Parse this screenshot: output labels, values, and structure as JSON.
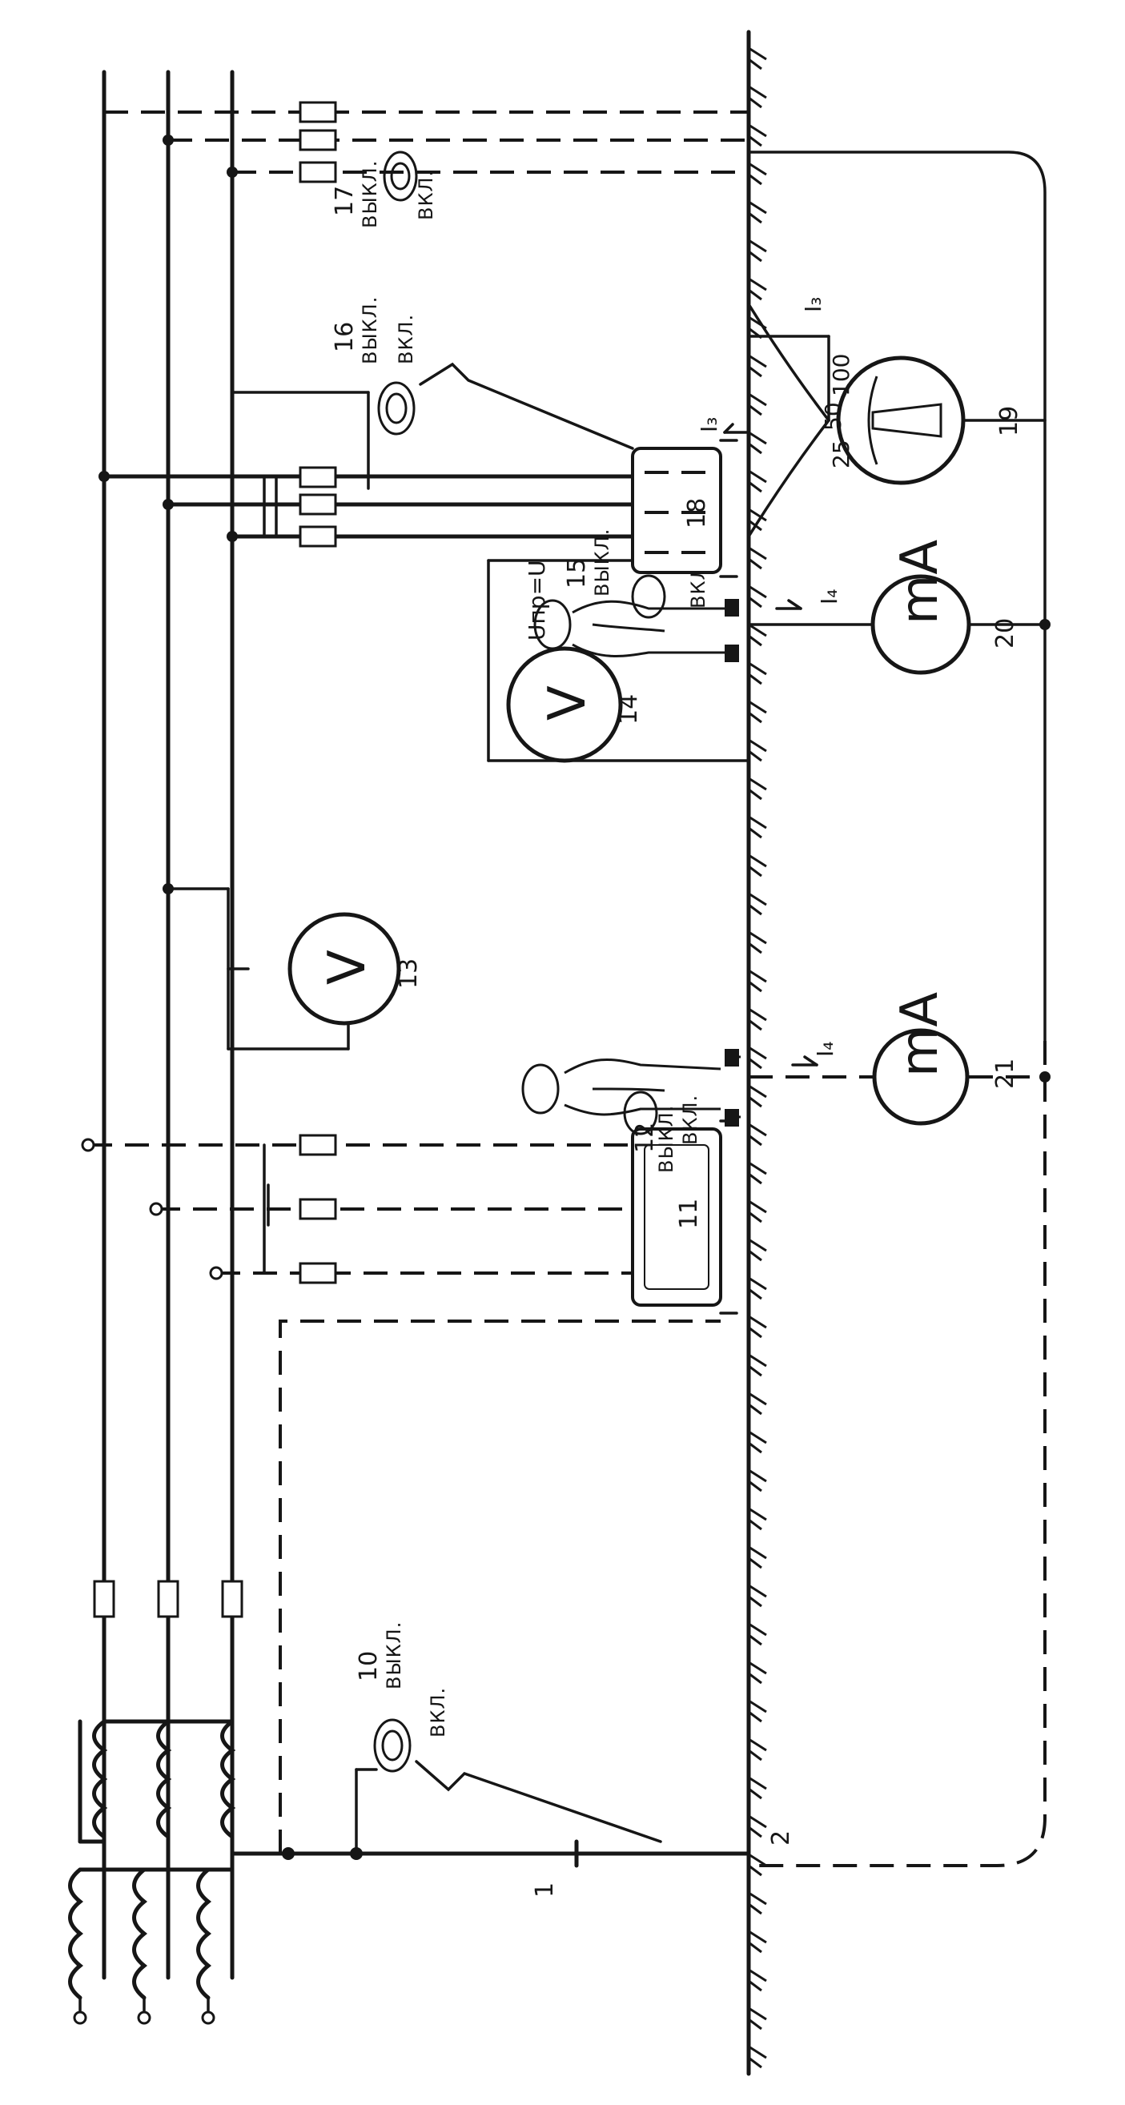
{
  "labels": {
    "n1": "1",
    "n2": "2",
    "n10": "10",
    "n11": "11",
    "n12": "12",
    "n13": "13",
    "n14": "14",
    "n15": "15",
    "n16": "16",
    "n17": "17",
    "n18": "18",
    "n19": "19",
    "n20": "20",
    "n21": "21",
    "off": "ВЫКЛ.",
    "on": "ВКЛ.",
    "v": "V",
    "ma": "mA",
    "i3": "I₃",
    "i4": "I₄",
    "upr": "Uпр=U",
    "dial_25": "25",
    "dial_50": "50",
    "dial_100": "100"
  }
}
